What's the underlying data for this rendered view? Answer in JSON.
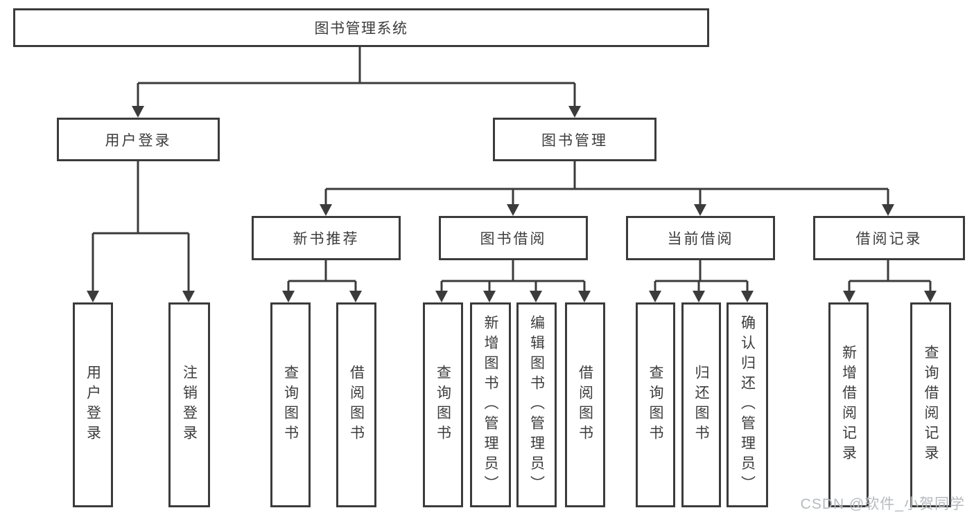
{
  "tree": {
    "label": "图书管理系统",
    "children": [
      {
        "label": "用户登录",
        "children": [
          {
            "label": "用户登录"
          },
          {
            "label": "注销登录"
          }
        ]
      },
      {
        "label": "图书管理",
        "children": [
          {
            "label": "新书推荐",
            "children": [
              {
                "label": "查询图书"
              },
              {
                "label": "借阅图书"
              }
            ]
          },
          {
            "label": "图书借阅",
            "children": [
              {
                "label": "查询图书"
              },
              {
                "label": "新增图书（管理员）"
              },
              {
                "label": "编辑图书（管理员）"
              },
              {
                "label": "借阅图书"
              }
            ]
          },
          {
            "label": "当前借阅",
            "children": [
              {
                "label": "查询图书"
              },
              {
                "label": "归还图书"
              },
              {
                "label": "确认归还（管理员）"
              }
            ]
          },
          {
            "label": "借阅记录",
            "children": [
              {
                "label": "新增借阅记录"
              },
              {
                "label": "查询借阅记录"
              }
            ]
          }
        ]
      }
    ]
  },
  "watermark": {
    "text": "CSDN @软件_小贺同学"
  },
  "colors": {
    "line": "#3b3b3b",
    "text": "#3c3c3c",
    "watermark": "#b6babd",
    "background": "#ffffff"
  }
}
